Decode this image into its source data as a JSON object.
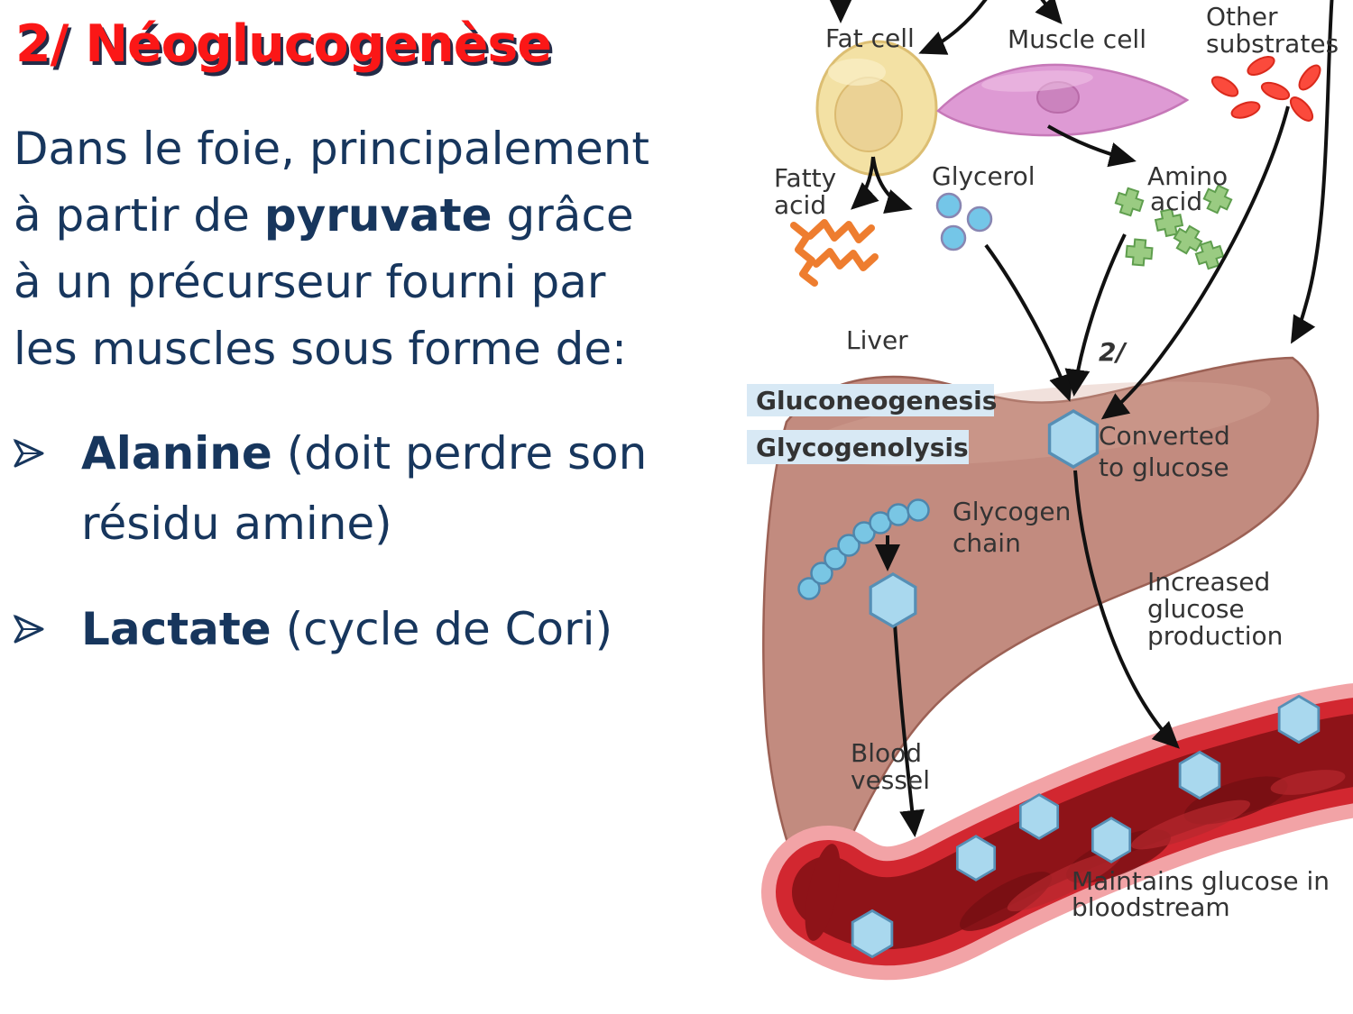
{
  "slide": {
    "title": "2/ Néoglucogenèse",
    "paragraph": {
      "line1": "Dans le foie, principalement",
      "line2_pre": "à partir de ",
      "line2_bold": "pyruvate",
      "line2_post": " grâce",
      "line3": "à un précurseur fourni par",
      "line4": "les muscles sous forme de:"
    },
    "bullets": [
      {
        "bold": "Alanine",
        "rest_line1": " (doit perdre son",
        "line2": "résidu amine)"
      },
      {
        "bold": "Lactate",
        "rest_line1": " (cycle de Cori)"
      }
    ]
  },
  "diagram": {
    "labels": {
      "fat_cell": "Fat cell",
      "muscle_cell": "Muscle cell",
      "other_substrates_line1": "Other",
      "other_substrates_line2": "substrates",
      "fatty_acid_line1": "Fatty",
      "fatty_acid_line2": "acid",
      "glycerol": "Glycerol",
      "amino_acid_line1": "Amino",
      "amino_acid_line2": "acid",
      "liver": "Liver",
      "stage_marker": "2/",
      "gluconeogenesis": "Gluconeogenesis",
      "glycogenolysis": "Glycogenolysis",
      "converted_line1": "Converted",
      "converted_line2": "to glucose",
      "glycogen_line1": "Glycogen",
      "glycogen_line2": "chain",
      "increased_line1": "Increased",
      "increased_line2": "glucose",
      "increased_line3": "production",
      "blood_vessel_line1": "Blood",
      "blood_vessel_line2": "vessel",
      "maintains_line1": "Maintains glucose in",
      "maintains_line2": "bloodstream"
    },
    "colors": {
      "title_red": "#FB1717",
      "navy_text": "#17365D",
      "label_dark": "#333333",
      "stage_red": "#E91515",
      "badge_bg": "#D8E9F5",
      "liver": "#C28B7F",
      "liver_edge": "#9C6155",
      "fat_cell_yellow": "#F3E1A4",
      "muscle_cell_pink": "#DE9AD4",
      "substrate_red": "#FB4A3C",
      "fatty_orange": "#EE7D2F",
      "glycerol_blue": "#74C6E8",
      "amino_green": "#9ACB82",
      "glucose_blue": "#A9D8EE",
      "vessel_pink": "#F2A3A6",
      "vessel_red": "#D22730",
      "vessel_dark": "#8E1318",
      "arrow_black": "#111111"
    }
  }
}
